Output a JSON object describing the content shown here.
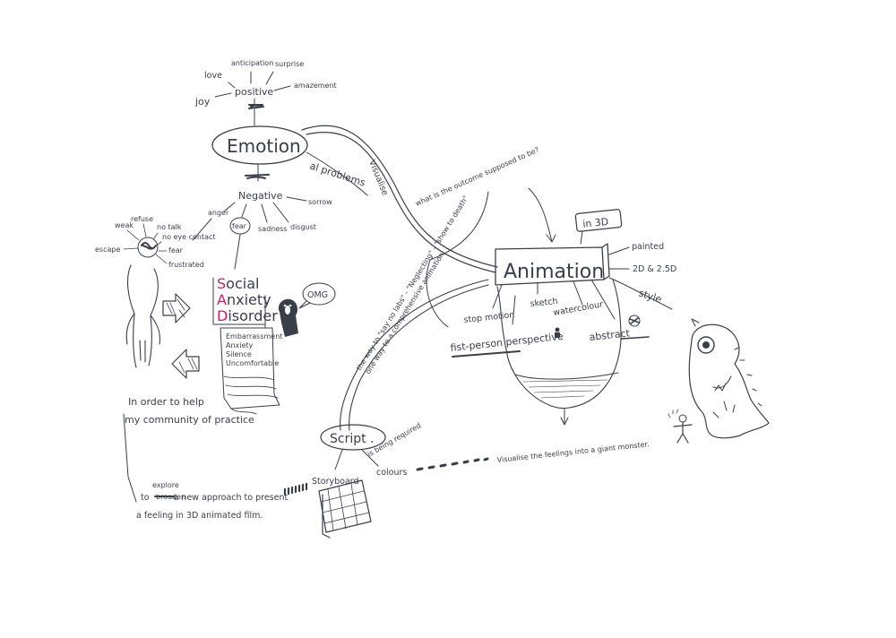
{
  "colors": {
    "ink": "#3a3e47",
    "accent": "#d81b60",
    "background": "#ffffff"
  },
  "positive": {
    "title": "positive",
    "words": [
      "love",
      "anticipation",
      "surprise",
      "joy",
      "amazement"
    ]
  },
  "emotion": {
    "title": "Emotion",
    "branch_text": "al problems"
  },
  "visualise_label": "Visualise",
  "negative": {
    "title": "Negative",
    "words": [
      "anger",
      "fear",
      "sadness",
      "disgust",
      "sorrow"
    ]
  },
  "fear_words": [
    "weak",
    "refuse",
    "no talk",
    "no eye contact",
    "escape",
    "fear",
    "frustrated"
  ],
  "sad": {
    "letters": [
      "S",
      "A",
      "D"
    ],
    "rests": [
      "ocial",
      "nxiety",
      "isorder"
    ]
  },
  "omg": "OMG",
  "scroll_words": [
    "Embarrassment",
    "Anxiety",
    "Silence",
    "Uncomfortable"
  ],
  "community": [
    "In order to help",
    "my community of practice"
  ],
  "goal": {
    "line1_prefix": "to",
    "line1_word": "explore",
    "line1_struck": "broaden",
    "line1_rest": "a new approach to present",
    "line2": "a feeling in 3D animated film."
  },
  "animation": {
    "title": "Animation",
    "badge": "in 3D",
    "question": "what is the outcome supposed to be?",
    "right_labels": [
      "painted",
      "2D & 2.5D",
      "style"
    ],
    "styles": [
      "stop motion",
      "sketch",
      "watercolour",
      "abstract"
    ],
    "perspective": "fist-person perspective"
  },
  "arc_text": [
    "the way to \"say no labs\" - \"Neglecting\" - \"show to death\"",
    "one way to a comprehensive animation"
  ],
  "script": {
    "title": "Script .",
    "note": "is being required",
    "colours": "colours",
    "storyboard": "Storyboard"
  },
  "monster_text": "Visualise the feelings into a giant monster."
}
